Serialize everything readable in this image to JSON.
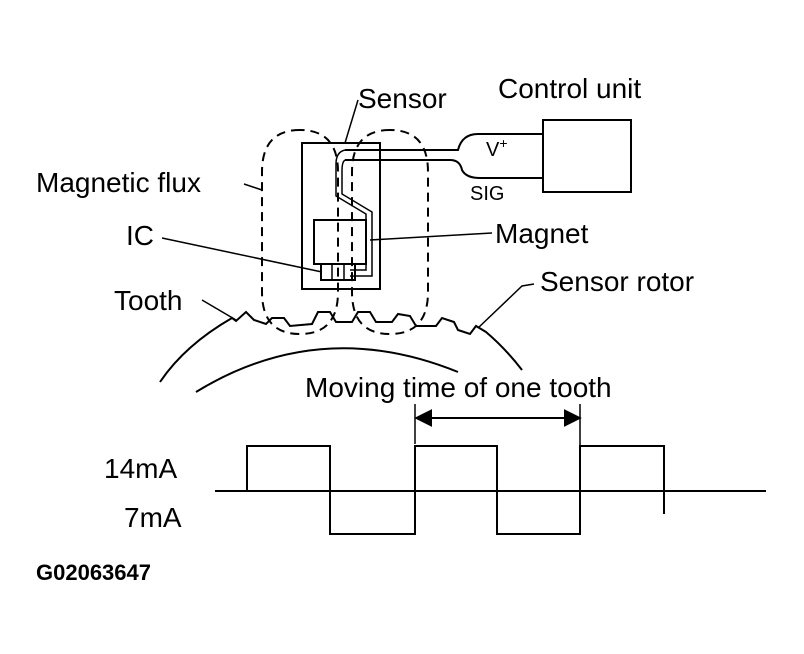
{
  "labels": {
    "sensor": "Sensor",
    "control_unit": "Control unit",
    "v_plus": "V",
    "v_plus_sup": "+",
    "sig": "SIG",
    "magnetic_flux": "Magnetic flux",
    "ic": "IC",
    "magnet": "Magnet",
    "tooth": "Tooth",
    "sensor_rotor": "Sensor rotor",
    "moving_time": "Moving time of one tooth",
    "current_high": "14mA",
    "current_low": "7mA",
    "figure_code": "G02063647"
  }
}
